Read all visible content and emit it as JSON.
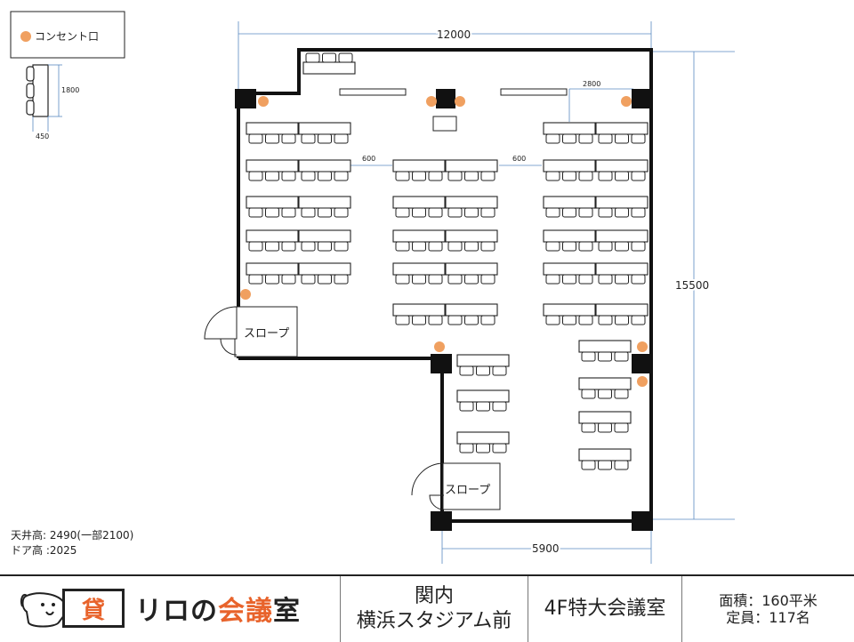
{
  "legend": {
    "label": "コンセント口"
  },
  "chair_sample": {
    "length_label": "1800",
    "width_label": "450"
  },
  "dimensions": {
    "top": "12000",
    "right": "15500",
    "bottom": "5900",
    "spacing_a": "600",
    "spacing_b": "600",
    "inner": "2800"
  },
  "slopes": [
    {
      "label": "スロープ"
    },
    {
      "label": "スロープ"
    }
  ],
  "notes": {
    "ceiling": "天井高: 2490(一部2100)",
    "door": "ドア高 :2025"
  },
  "footer": {
    "brand_mark": "貸",
    "brand_part1": "リロの",
    "brand_accent": "会議",
    "brand_part2": "室",
    "area_line1": "関内",
    "area_line2": "横浜スタジアム前",
    "room_name": "4F特大会議室",
    "size_label": "面積：",
    "size_value": "160平米",
    "capacity_label": "定員：",
    "capacity_value": "117名"
  },
  "colors": {
    "outlet": "#f0a060",
    "wall": "#111111",
    "dimension_line": "#5a8ac0",
    "accent": "#e8632b"
  }
}
